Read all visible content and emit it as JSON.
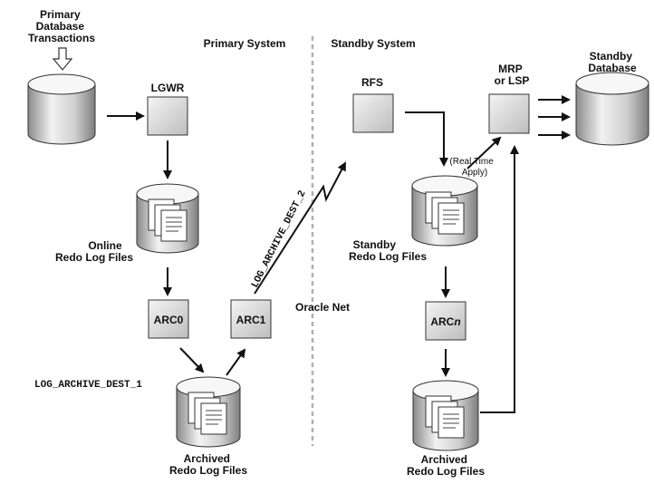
{
  "labels": {
    "primary_transactions": [
      "Primary",
      "Database",
      "Transactions"
    ],
    "primary_system": "Primary System",
    "standby_system": "Standby System",
    "lgwr": "LGWR",
    "rfs": "RFS",
    "mrp": [
      "MRP",
      "or LSP"
    ],
    "standby_database": [
      "Standby",
      "Database"
    ],
    "online_redo": [
      "Online",
      "Redo Log Files"
    ],
    "standby_redo": [
      "Standby",
      "Redo Log Files"
    ],
    "real_time_apply": [
      "(Real Time",
      "Apply)"
    ],
    "arc0": "ARC0",
    "arc1": "ARC1",
    "arcn_prefix": "ARC",
    "arcn_suffix": "n",
    "oracle_net": "Oracle Net",
    "log_archive_dest_1": "LOG_ARCHIVE_DEST_1",
    "log_archive_dest_2": "LOG_ARCHIVE_DEST_2",
    "archived_primary": [
      "Archived",
      "Redo Log Files"
    ],
    "archived_standby": [
      "Archived",
      "Redo Log Files"
    ]
  }
}
